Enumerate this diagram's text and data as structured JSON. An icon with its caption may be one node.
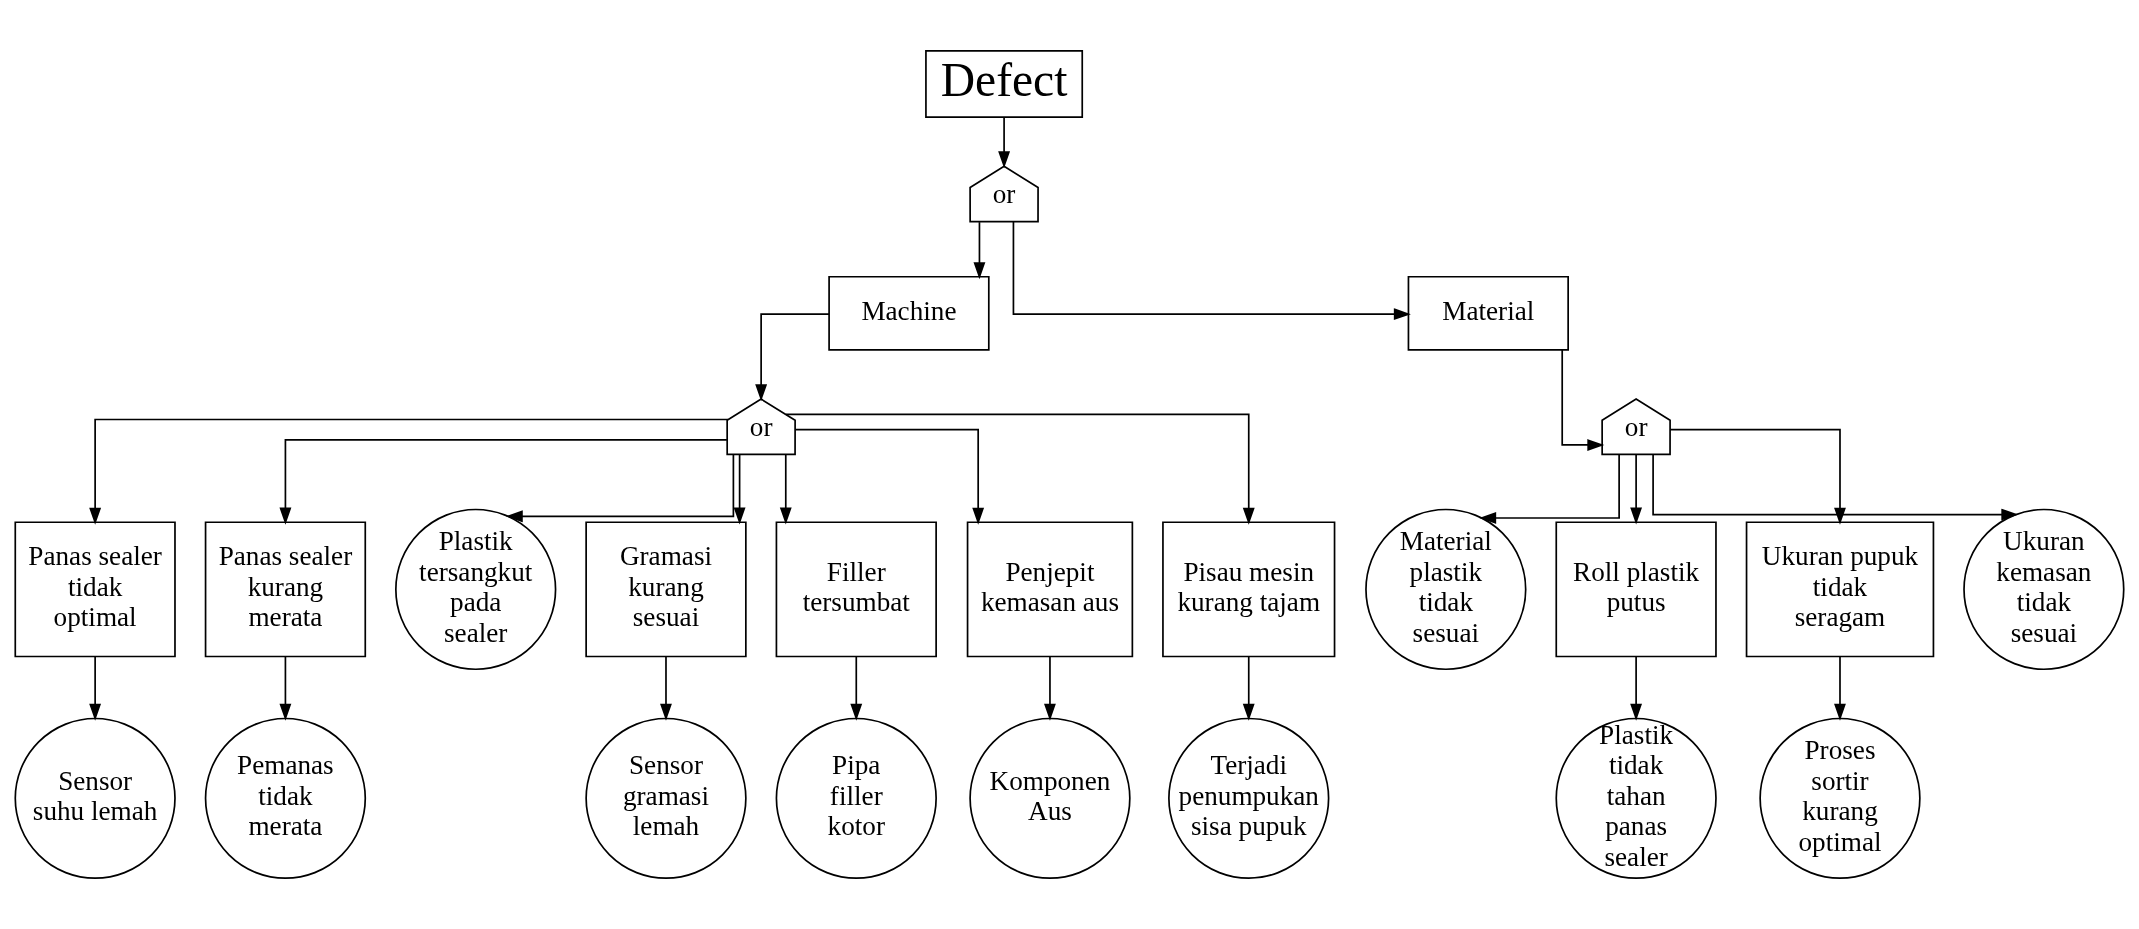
{
  "diagram": {
    "nodes": [
      {
        "text": [
          "Defect"
        ]
      },
      {
        "text": [
          "or"
        ]
      },
      {
        "text": [
          "Machine"
        ]
      },
      {
        "text": [
          "Material"
        ]
      },
      {
        "text": [
          "or"
        ]
      },
      {
        "text": [
          "or"
        ]
      },
      {
        "text": [
          "Panas sealer tidak optimal"
        ]
      },
      {
        "text": [
          "Panas sealer kurang merata"
        ]
      },
      {
        "text": [
          "Plastik tersangkut pada sealer"
        ]
      },
      {
        "text": [
          "Gramasi kurang sesuai"
        ]
      },
      {
        "text": [
          "Filler tersumbat"
        ]
      },
      {
        "text": [
          "Penjepit kemasan aus"
        ]
      },
      {
        "text": [
          "Pisau mesin kurang tajam"
        ]
      },
      {
        "text": [
          "Material plastik tidak sesuai"
        ]
      },
      {
        "text": [
          "Roll plastik putus"
        ]
      },
      {
        "text": [
          "Ukuran pupuk tidak seragam"
        ]
      },
      {
        "text": [
          "Ukuran kemasan tidak sesuai"
        ]
      },
      {
        "text": [
          "Sensor suhu lemah"
        ]
      },
      {
        "text": [
          "Pemanas tidak merata"
        ]
      },
      {
        "text": [
          "Sensor gramasi lemah"
        ]
      },
      {
        "text": [
          "Pipa filler kotor"
        ]
      },
      {
        "text": [
          "Komponen Aus"
        ]
      },
      {
        "text": [
          "Terjadi penumpukan sisa pupuk"
        ]
      },
      {
        "text": [
          "Plastik tidak tahan panas sealer"
        ]
      },
      {
        "text": [
          "Proses sortir kurang optimal"
        ]
      }
    ],
    "edges": [
      {
        "from": 0,
        "to": 1,
        "arrow": "to"
      },
      {
        "from": 1,
        "to": 2,
        "arrow": "to"
      },
      {
        "from": 1,
        "to": 3,
        "arrow": "to"
      },
      {
        "from": 2,
        "to": 4,
        "arrow": "to"
      },
      {
        "from": 3,
        "to": 5,
        "arrow": "to"
      },
      {
        "from": 4,
        "to": 6,
        "arrow": "to"
      },
      {
        "from": 4,
        "to": 7,
        "arrow": "to"
      },
      {
        "from": 4,
        "to": 8,
        "arrow": "to"
      },
      {
        "from": 4,
        "to": 9,
        "arrow": "to"
      },
      {
        "from": 4,
        "to": 10,
        "arrow": "to"
      },
      {
        "from": 4,
        "to": 11,
        "arrow": "to"
      },
      {
        "from": 4,
        "to": 12,
        "arrow": "to"
      },
      {
        "from": 5,
        "to": 13,
        "arrow": "to"
      },
      {
        "from": 5,
        "to": 14,
        "arrow": "to"
      },
      {
        "from": 5,
        "to": 15,
        "arrow": "to"
      },
      {
        "from": 5,
        "to": 16,
        "arrow": "to"
      },
      {
        "from": 6,
        "to": 17,
        "arrow": "to"
      },
      {
        "from": 7,
        "to": 18,
        "arrow": "to"
      },
      {
        "from": 9,
        "to": 19,
        "arrow": "to"
      },
      {
        "from": 10,
        "to": 20,
        "arrow": "to"
      },
      {
        "from": 11,
        "to": 21,
        "arrow": "to"
      },
      {
        "from": 12,
        "to": 22,
        "arrow": "to"
      },
      {
        "from": 14,
        "to": 23,
        "arrow": "to"
      },
      {
        "from": 15,
        "to": 24,
        "arrow": "to"
      }
    ]
  }
}
